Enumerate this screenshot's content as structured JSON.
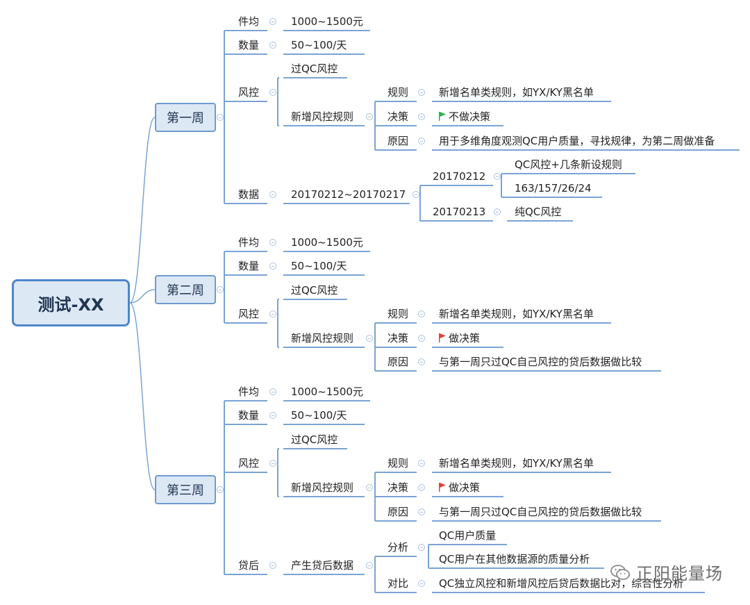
{
  "root": "测试-XX",
  "weeks": [
    {
      "label": "第一周",
      "unit_price_label": "件均",
      "unit_price": "1000~1500元",
      "volume_label": "数量",
      "volume": "50~100/天",
      "risk_label": "风控",
      "risk_pass": "过QC风控",
      "risk_new": "新增风控规则",
      "rule_label": "规则",
      "rule": "新增名单类规则，如YX/KY黑名单",
      "decision_label": "决策",
      "decision": "不做决策",
      "decision_flag": "green",
      "reason_label": "原因",
      "reason": "用于多维角度观测QC用户质量，寻找规律，为第二周做准备",
      "data_label": "数据",
      "data_range": "20170212~20170217",
      "data_day1": "20170212",
      "data_day1_items": [
        "QC风控+几条新设规则",
        "163/157/26/24"
      ],
      "data_day2": "20170213",
      "data_day2_item": "纯QC风控"
    },
    {
      "label": "第二周",
      "unit_price_label": "件均",
      "unit_price": "1000~1500元",
      "volume_label": "数量",
      "volume": "50~100/天",
      "risk_label": "风控",
      "risk_pass": "过QC风控",
      "risk_new": "新增风控规则",
      "rule_label": "规则",
      "rule": "新增名单类规则，如YX/KY黑名单",
      "decision_label": "决策",
      "decision": "做决策",
      "decision_flag": "red",
      "reason_label": "原因",
      "reason": "与第一周只过QC自己风控的贷后数据做比较"
    },
    {
      "label": "第三周",
      "unit_price_label": "件均",
      "unit_price": "1000~1500元",
      "volume_label": "数量",
      "volume": "50~100/天",
      "risk_label": "风控",
      "risk_pass": "过QC风控",
      "risk_new": "新增风控规则",
      "rule_label": "规则",
      "rule": "新增名单类规则，如YX/KY黑名单",
      "decision_label": "决策",
      "decision": "做决策",
      "decision_flag": "red",
      "reason_label": "原因",
      "reason": "与第一周只过QC自己风控的贷后数据做比较",
      "post_label": "贷后",
      "post_gen": "产生贷后数据",
      "analysis_label": "分析",
      "analysis_items": [
        "QC用户质量",
        "QC用户在其他数据源的质量分析"
      ],
      "compare_label": "对比",
      "compare": "QC独立风控和新增风控后贷后数据比对，综合性分析"
    }
  ],
  "watermark": "正阳能量场",
  "colors": {
    "line": "#7aa3d4",
    "node_fill": "#dde8f5",
    "node_border": "#4e86c6",
    "flag_green": "#2bb24c",
    "flag_red": "#e0443a"
  }
}
